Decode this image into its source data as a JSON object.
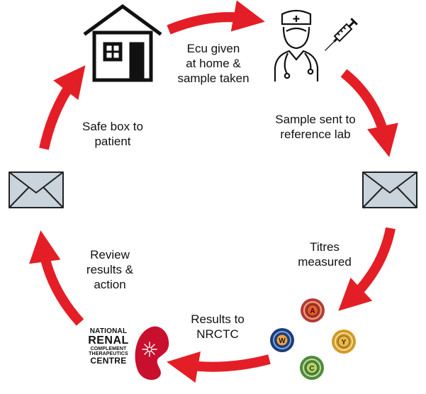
{
  "diagram": {
    "steps": [
      {
        "id": "step-ecu-given",
        "text": "Ecu given\nat home &\nsample taken"
      },
      {
        "id": "step-sample-sent",
        "text": "Sample sent to\nreference lab"
      },
      {
        "id": "step-titres",
        "text": "Titres\nmeasured"
      },
      {
        "id": "step-results",
        "text": "Results to\nNRCTC"
      },
      {
        "id": "step-review",
        "text": "Review\nresults &\naction"
      },
      {
        "id": "step-safe-box",
        "text": "Safe box to\npatient"
      }
    ],
    "icons": {
      "house": "house-icon",
      "nurse": "nurse-icon",
      "syringe": "syringe-icon",
      "envelope_right": "envelope-icon",
      "envelope_left": "envelope-icon",
      "titres": "serogroup-balls-icon",
      "logo": "nrctc-logo"
    },
    "logo": {
      "line1": "NATIONAL",
      "line2": "RENAL",
      "line3": "COMPLEMENT",
      "line4": "THERAPEUTICS",
      "line5": "CENTRE"
    },
    "serogroups": [
      "A",
      "W",
      "Y",
      "C"
    ],
    "colors": {
      "arrow": "#e41e26",
      "icon_stroke": "#111111",
      "envelope_fill": "#c9d4dc",
      "kidney": "#c8102e",
      "ball_a": "#e85a2a",
      "ball_w": "#1f4fa0",
      "ball_y": "#e8b84a",
      "ball_c": "#6aa84f"
    }
  }
}
